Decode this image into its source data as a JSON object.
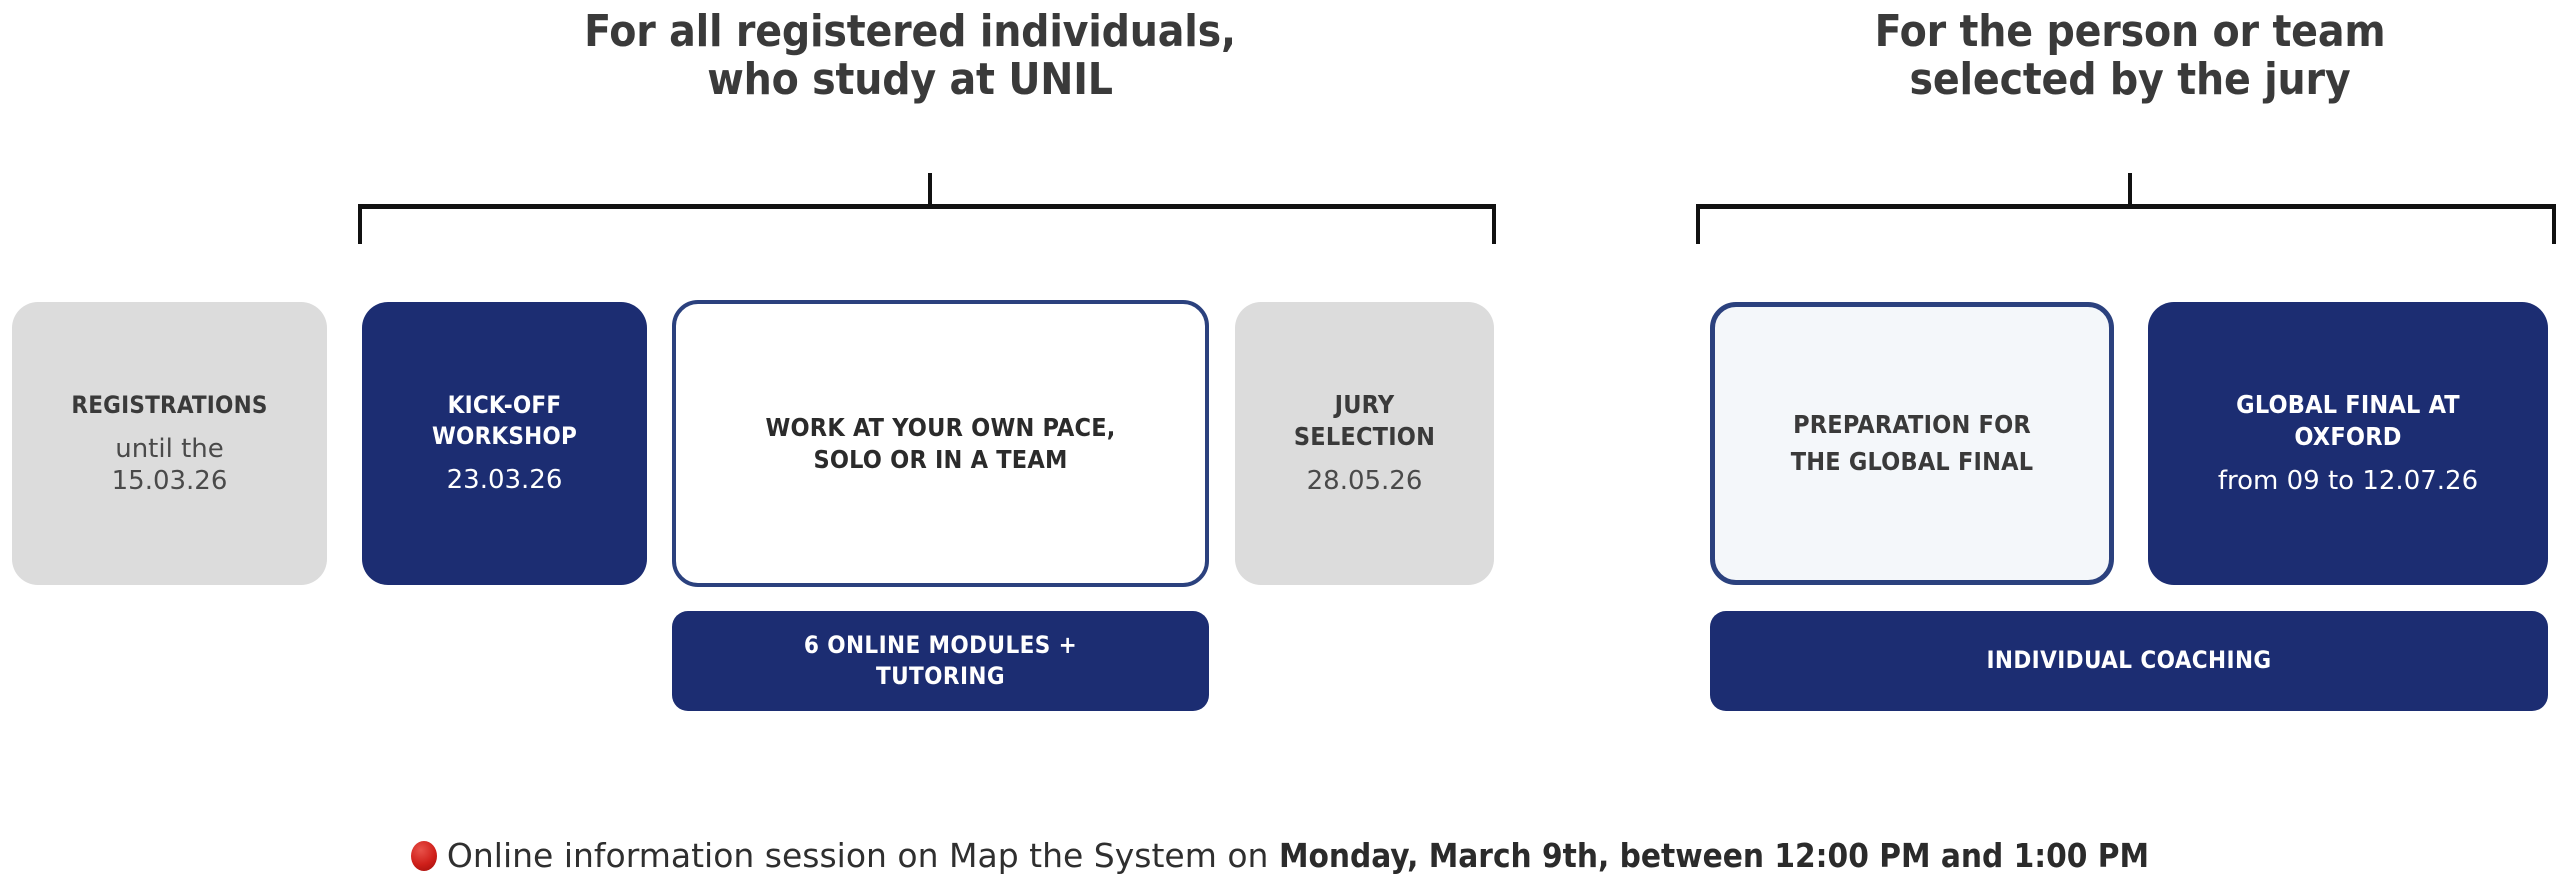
{
  "headings": {
    "left": {
      "line1": "For all registered individuals,",
      "line2": "who study at UNIL"
    },
    "right": {
      "line1": "For the person or team",
      "line2": "selected by the jury"
    }
  },
  "cards": [
    {
      "id": "registrations",
      "title": "REGISTRATIONS",
      "subtitle": "until the\n15.03.26",
      "style": "gray"
    },
    {
      "id": "kickoff",
      "title": "KICK-OFF\nWORKSHOP",
      "subtitle": "23.03.26",
      "style": "navy"
    },
    {
      "id": "selfpace",
      "title": "WORK AT YOUR OWN PACE,\nSOLO OR IN A TEAM",
      "subtitle": "",
      "style": "outline"
    },
    {
      "id": "jury",
      "title": "JURY\nSELECTION",
      "subtitle": "28.05.26",
      "style": "gray"
    },
    {
      "id": "preparation",
      "title": "PREPARATION FOR\nTHE GLOBAL FINAL",
      "subtitle": "",
      "style": "outline-soft"
    },
    {
      "id": "globalfinal",
      "title": "GLOBAL FINAL AT\nOXFORD",
      "subtitle": "from 09 to 12.07.26",
      "style": "navy"
    }
  ],
  "bars": [
    {
      "id": "modules",
      "label": "6 ONLINE MODULES +\nTUTORING"
    },
    {
      "id": "coaching",
      "label": "INDIVIDUAL COACHING"
    }
  ],
  "footer": {
    "icon": "red-circle-icon",
    "plain_text": "Online information session on Map the System on ",
    "strong_text": "Monday, March 9th, between 12:00 PM and 1:00 PM"
  },
  "colors": {
    "navy": "#1c2d72",
    "outline_border": "#2b417e",
    "gray_fill": "#dcdcdc",
    "soft_fill": "#f4f7fa",
    "heading_text": "#3a3a3a",
    "red_dot": "#cf1f1a"
  }
}
